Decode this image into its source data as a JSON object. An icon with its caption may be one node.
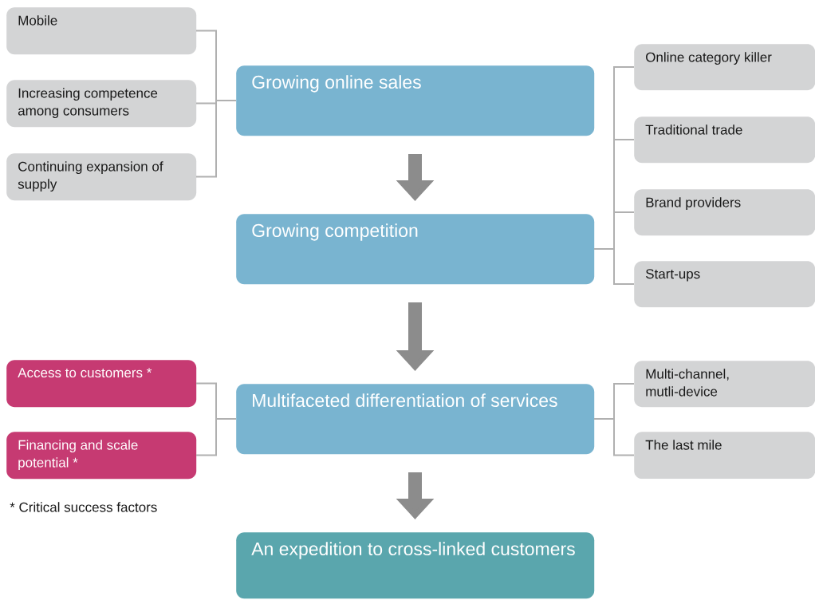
{
  "diagram": {
    "nodes": [
      {
        "text": [
          "Mobile"
        ]
      },
      {
        "text": [
          "Increasing competence among consumers"
        ]
      },
      {
        "text": [
          "Continuing expansion of supply"
        ]
      },
      {
        "text": [
          "Growing online sales"
        ]
      },
      {
        "text": [
          "Online category killer"
        ]
      },
      {
        "text": [
          "Traditional trade"
        ]
      },
      {
        "text": [
          "Brand providers"
        ]
      },
      {
        "text": [
          "Start-ups"
        ]
      },
      {
        "text": [
          "Growing competition"
        ]
      },
      {
        "text": [
          "Access to customers *"
        ]
      },
      {
        "text": [
          "Financing and scale potential *"
        ]
      },
      {
        "text": [
          "Multifaceted differentiation of services"
        ]
      },
      {
        "text": [
          "Multi-channel, mutli-device"
        ]
      },
      {
        "text": [
          "The last mile"
        ]
      },
      {
        "text": [
          "An expedition to cross-linked customers"
        ]
      }
    ],
    "edges": [
      {
        "from": 0,
        "to": 3,
        "arrow": "none"
      },
      {
        "from": 1,
        "to": 3,
        "arrow": "none"
      },
      {
        "from": 2,
        "to": 3,
        "arrow": "none"
      },
      {
        "from": 3,
        "to": 8,
        "arrow": "to",
        "style": "thick",
        "color": "#8c8c8c"
      },
      {
        "from": 8,
        "to": 4,
        "arrow": "none"
      },
      {
        "from": 8,
        "to": 5,
        "arrow": "none"
      },
      {
        "from": 8,
        "to": 6,
        "arrow": "none"
      },
      {
        "from": 8,
        "to": 7,
        "arrow": "none"
      },
      {
        "from": 8,
        "to": 11,
        "arrow": "to",
        "style": "thick",
        "color": "#8c8c8c"
      },
      {
        "from": 9,
        "to": 11,
        "arrow": "none"
      },
      {
        "from": 10,
        "to": 11,
        "arrow": "none"
      },
      {
        "from": 11,
        "to": 12,
        "arrow": "none"
      },
      {
        "from": 11,
        "to": 13,
        "arrow": "none"
      },
      {
        "from": 11,
        "to": 14,
        "arrow": "to",
        "style": "thick",
        "color": "#8c8c8c"
      }
    ],
    "labels": [
      "* Critical success factors"
    ]
  }
}
